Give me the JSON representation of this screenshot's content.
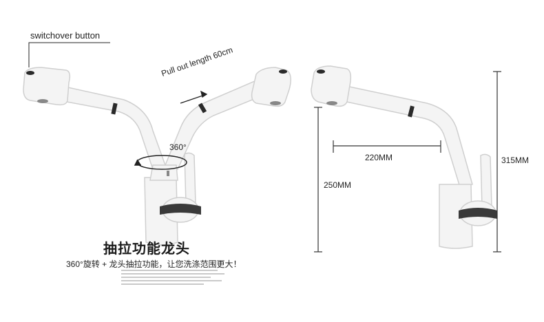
{
  "labels": {
    "switchover": "switchover button",
    "pull_out": "Pull out length 60cm",
    "rotation": "360°",
    "width": "220MM",
    "height_body": "250MM",
    "height_total": "315MM"
  },
  "caption": {
    "title": "抽拉功能龙头",
    "subtitle": "360°旋转 + 龙头抽拉功能，让您洗涤范围更大！"
  },
  "colors": {
    "faucet": "#f4f4f4",
    "outline": "#cfcfcf",
    "dimension_line": "#333333",
    "accent_dark": "#2a2a2a"
  }
}
